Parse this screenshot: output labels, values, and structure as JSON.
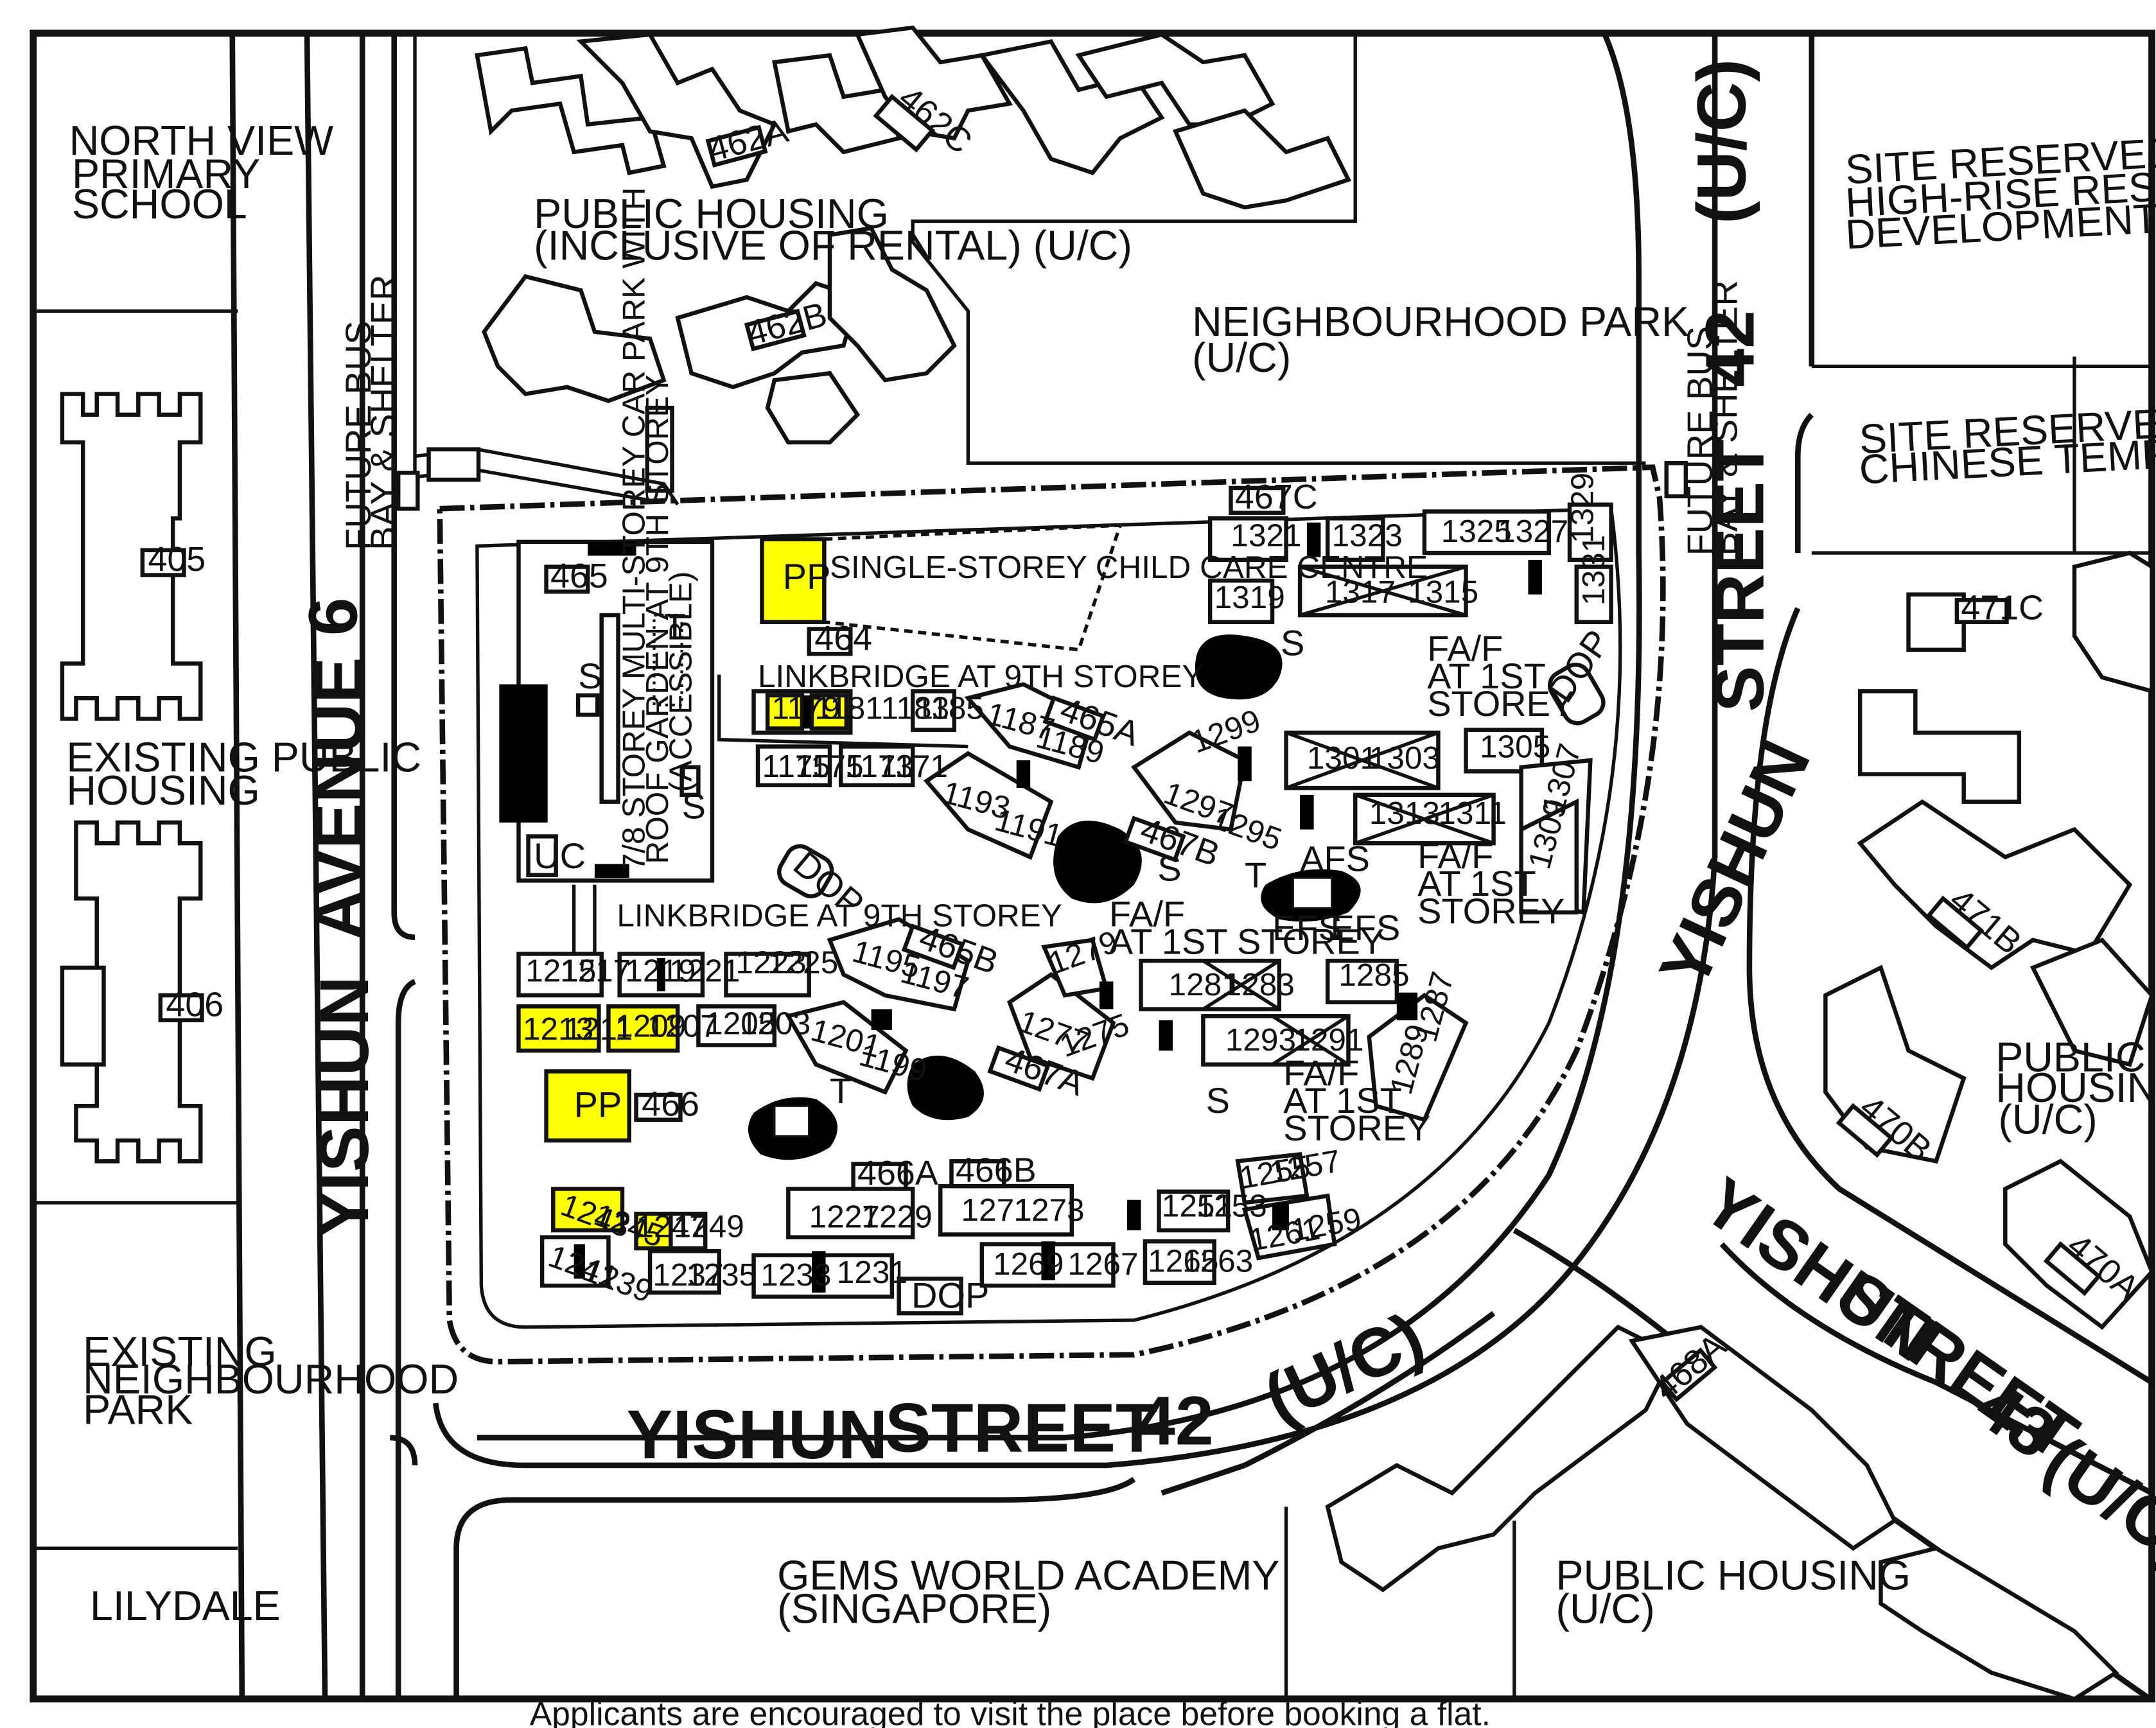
{
  "map": {
    "colors": {
      "highlight": "#ffff00",
      "line": "#111111",
      "background": "#ffffff"
    },
    "roads": {
      "avenue6_a": "AVENUE",
      "avenue6_b": "6",
      "yishun_left": "YISHUN",
      "st42_bottom_a": "YISHUN",
      "st42_bottom_b": "STREET",
      "st42_bottom_c": "42",
      "st42_bottom_uc": "(U/C)",
      "st42_right_uc": "(U/C)",
      "st42_right_num": "42",
      "st42_right_street": "STREET",
      "st42_right_yishun": "YISHUN",
      "st43_yishun": "YISHUN",
      "st43_street": "STREET",
      "st43_num": "43",
      "st43_uc": "(U/C)"
    },
    "areas": {
      "north_view_1": "NORTH VIEW",
      "north_view_2": "PRIMARY",
      "north_view_3": "SCHOOL",
      "existing_housing_1": "EXISTING PUBLIC",
      "existing_housing_2": "HOUSING",
      "existing_park_1": "EXISTING",
      "existing_park_2": "NEIGHBOURHOOD",
      "existing_park_3": "PARK",
      "lilydale": "LILYDALE",
      "public_housing_top_1": "PUBLIC HOUSING",
      "public_housing_top_2": "(INCLUSIVE OF RENTAL) (U/C)",
      "neighbourhood_park_1": "NEIGHBOURHOOD PARK",
      "neighbourhood_park_2": "(U/C)",
      "site_residential_1": "SITE RESERVED FOR FUTURE",
      "site_residential_2": "HIGH-RISE RESIDENTIAL",
      "site_residential_3": "DEVELOPMENT",
      "site_temple_1": "SITE RESERVED FOR",
      "site_temple_2": "CHINESE TEMPLE",
      "public_housing_right_1": "PUBLIC",
      "public_housing_right_2": "HOUSING",
      "public_housing_right_3": "(U/C)",
      "gems_1": "GEMS WORLD ACADEMY",
      "gems_2": "(SINGAPORE)",
      "public_housing_bottom_1": "PUBLIC HOUSING",
      "public_housing_bottom_2": "(U/C)",
      "bus_left_1": "FUTURE BUS",
      "bus_left_2": "BAY & SHELTER",
      "bus_right_1": "FUTURE BUS",
      "bus_right_2": "BAY & SHELTER"
    },
    "facilities": {
      "child_care": "SINGLE-STOREY CHILD CARE CENTRE",
      "carpark_1": "7/8 STOREY MULTI-STOREY CAR PARK WITH",
      "carpark_2": "ROOF GARDEN AT 9TH STOREY",
      "carpark_3": "(ACCESSIBLE)",
      "linkbridge_top": "LINKBRIDGE AT 9TH STOREY",
      "linkbridge_mid": "LINKBRIDGE AT 9TH STOREY",
      "pp": "PP",
      "dop": "DOP",
      "uc": "UC",
      "s": "S",
      "t": "T",
      "afs": "AFS",
      "efs": "EFS",
      "faf_a": "FA/F",
      "faf_b": "AT 1ST",
      "faf_c": "STOREY",
      "faf_single": "FA/F",
      "faf_line": "AT 1ST STOREY"
    },
    "blocks": {
      "b405": "405",
      "b406": "406",
      "b462A": "462A",
      "b462B": "462B",
      "b462C": "462C",
      "b464": "464",
      "b465": "465",
      "b465A": "465A",
      "b465B": "465B",
      "b466": "466",
      "b466A": "466A",
      "b466B": "466B",
      "b467A": "467A",
      "b467B": "467B",
      "b467C": "467C",
      "b468A": "468A",
      "b470A": "470A",
      "b470B": "470B",
      "b471B": "471B",
      "b471C": "471C"
    },
    "units": {
      "u1175": "1175",
      "u1177": "1175",
      "u1179": "1179",
      "u1181": "1181",
      "u1183": "1183",
      "u1185": "1185",
      "u1173": "1173",
      "u1171": "1171",
      "u1187": "1187",
      "u1189": "1189",
      "u1191": "1191",
      "u1193": "1193",
      "u1195": "1195",
      "u1197": "1197",
      "u1199": "1199",
      "u1201": "1201",
      "u1203": "1203",
      "u1205": "1205",
      "u1207": "1207",
      "u1209": "1209",
      "u1211": "1211",
      "u1213": "1213",
      "u1215": "1215",
      "u1217": "1217",
      "u1219": "1219",
      "u1221": "1221",
      "u1223": "1223",
      "u1225": "1225",
      "u1227": "1227",
      "u1229": "1229",
      "u1231": "1231",
      "u1233": "1233",
      "u1235": "1235",
      "u1237": "1237",
      "u1239": "1239",
      "u1241": "1241",
      "u1243": "1243",
      "u1245": "1245",
      "u1247": "1247",
      "u1249": "1249",
      "u1251": "1251",
      "u1253": "1253",
      "u1255": "1255",
      "u1257": "1257",
      "u1259": "1259",
      "u1261": "1261",
      "u1263": "1263",
      "u1265": "1265",
      "u1267": "1267",
      "u1269": "1269",
      "u1271": "1271",
      "u1273": "1273",
      "u1275": "1275",
      "u1277": "1277",
      "u1279": "1279",
      "u1281": "1281",
      "u1283": "1283",
      "u1285": "1285",
      "u1287": "1287",
      "u1289": "1289",
      "u1291": "1291",
      "u1293": "1293",
      "u1295": "1295",
      "u1297": "1297",
      "u1299": "1299",
      "u1301": "1301",
      "u1303": "1303",
      "u1305": "1305",
      "u1307": "1307",
      "u1309": "1309",
      "u1311": "1311",
      "u1313": "1313",
      "u1315": "1315",
      "u1317": "1317",
      "u1319": "1319",
      "u1321": "1321",
      "u1323": "1323",
      "u1325": "1325",
      "u1327": "1327",
      "u1329": "1329",
      "u1331": "1331"
    },
    "footer_note": "Applicants are encouraged to visit the place before booking a flat."
  }
}
